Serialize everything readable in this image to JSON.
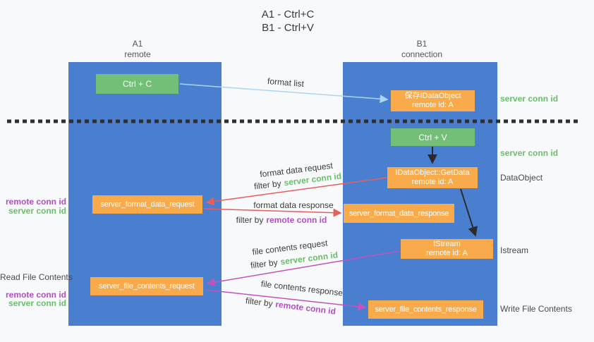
{
  "title": {
    "line1": "A1 - Ctrl+C",
    "line2": "B1 - Ctrl+V"
  },
  "lanes": {
    "left": {
      "name": "A1",
      "role": "remote"
    },
    "right": {
      "name": "B1",
      "role": "connection"
    }
  },
  "nodes": {
    "ctrl_c": "Ctrl + C",
    "ctrl_v": "Ctrl + V",
    "save_idataobject": {
      "line1": "保存IDataObject",
      "line2": "remote id: A"
    },
    "getdata": {
      "line1": "IDataObject::GetData",
      "line2": "remote id: A"
    },
    "istream": {
      "line1": "IStream",
      "line2": "remote id: A"
    },
    "server_format_data_request": "server_format_data_request",
    "server_format_data_response": "server_format_data_response",
    "server_file_contents_request": "server_file_contents_request",
    "server_file_contents_response": "server_file_contents_response"
  },
  "arrow_labels": {
    "format_list": "format list",
    "format_data_request": "format data request",
    "format_data_response": "format data response",
    "file_contents_request": "file contents request",
    "file_contents_response": "file contents response",
    "filter_by": "filter by",
    "server_conn_id": "server conn id",
    "remote_conn_id": "remote conn id"
  },
  "side_labels": {
    "server_conn_id_right_top": "server conn id",
    "server_conn_id_right_mid": "server conn id",
    "dataobject": "DataObject",
    "istream": "Istream",
    "write_file_contents": "Write File Contents",
    "remote_conn_id_left_top": "remote conn id",
    "server_conn_id_left_top": "server conn id",
    "read_file_contents": "Read File Contents",
    "remote_conn_id_left_bottom": "remote conn id",
    "server_conn_id_left_bottom": "server conn id"
  },
  "colors": {
    "lane_blue": "#4a7fd0",
    "node_green": "#73bf78",
    "node_orange": "#f9ab4b",
    "text_green": "#6abf6a",
    "text_purple": "#b14fc3",
    "arrow_red": "#e55f5f",
    "arrow_magenta": "#c153c1",
    "arrow_lightblue": "#a9d6f3",
    "arrow_black": "#2b2b2b"
  }
}
